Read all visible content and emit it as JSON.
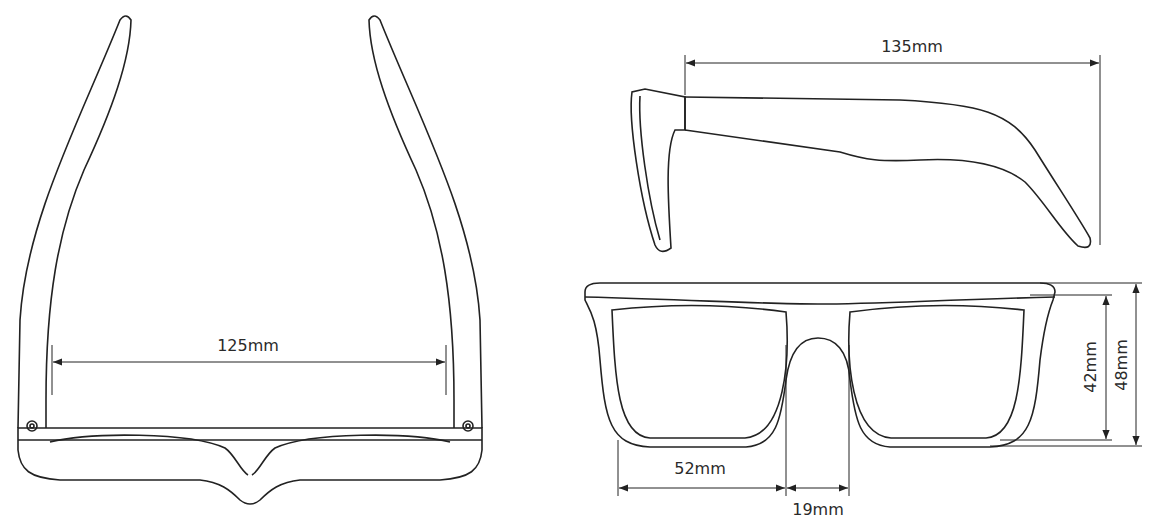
{
  "diagram": {
    "labels": [
      "135mm",
      "125mm",
      "42mm",
      "48mm",
      "52mm",
      "19mm"
    ]
  }
}
